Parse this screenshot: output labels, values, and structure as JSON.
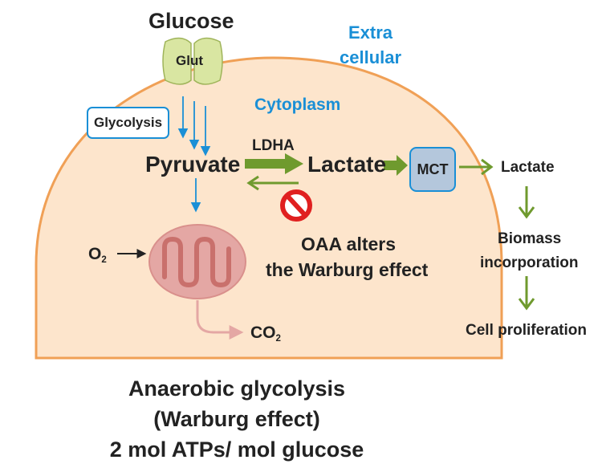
{
  "labels": {
    "glucose": "Glucose",
    "glut": "Glut",
    "extracellular_1": "Extra",
    "extracellular_2": "cellular",
    "cytoplasm": "Cytoplasm",
    "glycolysis": "Glycolysis",
    "pyruvate": "Pyruvate",
    "ldha": "LDHA",
    "lactate_inside": "Lactate",
    "mct": "MCT",
    "lactate_outside": "Lactate",
    "biomass_1": "Biomass",
    "biomass_2": "incorporation",
    "cell_proliferation": "Cell proliferation",
    "o2_main": "O",
    "o2_sub": "2",
    "co2_main": "CO",
    "co2_sub": "2",
    "oaa_1": "OAA alters",
    "oaa_2": "the Warburg effect"
  },
  "title": {
    "line1": "Anaerobic glycolysis",
    "line2": "(Warburg effect)",
    "line3": "2 mol ATPs/ mol glucose"
  },
  "colors": {
    "cell_fill": "#fde5cc",
    "cell_border": "#f0a056",
    "blue_text": "#1a8fd6",
    "green_arrow": "#6f9a2e",
    "mct_fill": "#b4c7dc",
    "mito_fill": "#e4a7a4",
    "glut_fill": "#d9e6a2",
    "inhibit_red": "#e02020"
  },
  "icons": {
    "mitochondrion": "mitochondrion-icon",
    "inhibition": "no-sign-icon",
    "transporter": "glut-transporter-icon"
  }
}
